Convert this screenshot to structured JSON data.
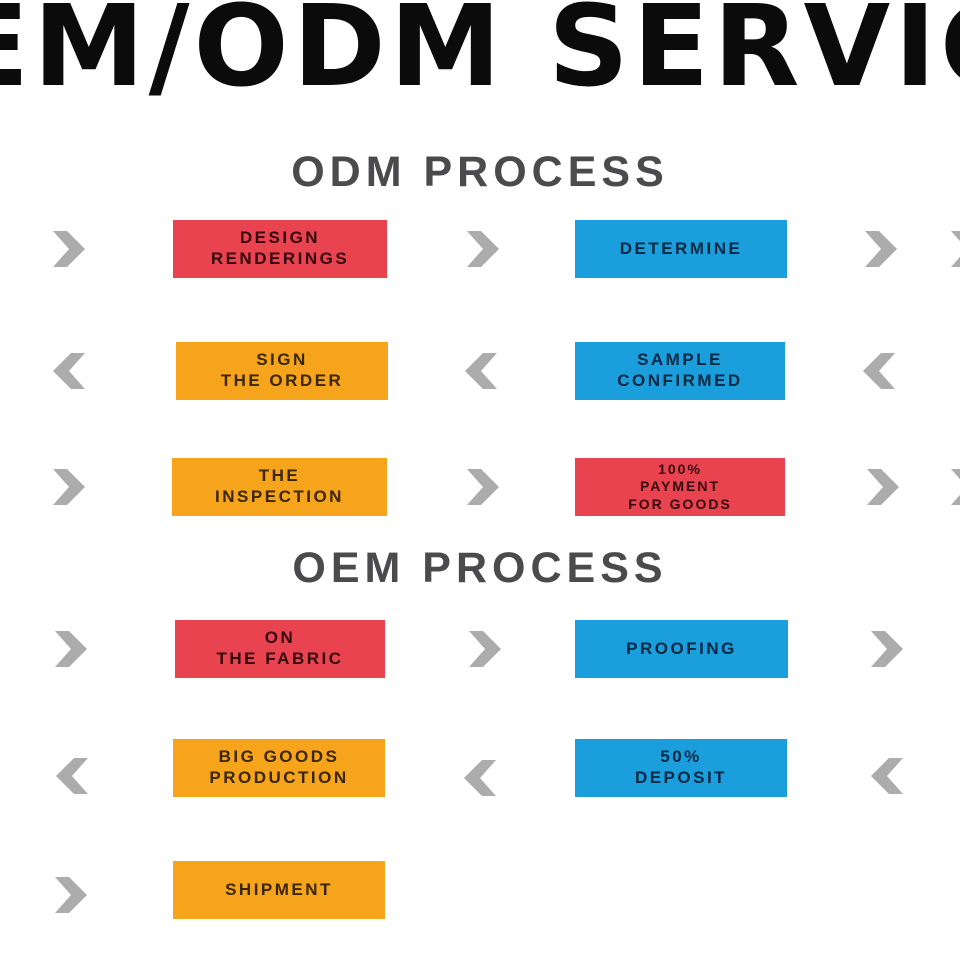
{
  "title": {
    "text": "OEM/ODM SERVICE"
  },
  "odm": {
    "heading": "ODM PROCESS",
    "row1": {
      "box1": "DESIGN\nRENDERINGS",
      "box2": "DETERMINE"
    },
    "row2": {
      "box1": "SIGN\nTHE ORDER",
      "box2": "SAMPLE\nCONFIRMED"
    },
    "row3": {
      "box1": "THE\nINSPECTION",
      "box2": "100%\nPAYMENT\nFOR GOODS"
    }
  },
  "oem": {
    "heading": "OEM PROCESS",
    "row1": {
      "box1": "ON\nTHE FABRIC",
      "box2": "PROOFING"
    },
    "row2": {
      "box1": "BIG GOODS\nPRODUCTION",
      "box2": "50%\nDEPOSIT"
    },
    "row3": {
      "box1": "SHIPMENT"
    }
  },
  "icons": {
    "arrow_forward": "chevron-right-icon",
    "arrow_backward": "chevron-left-icon"
  },
  "colors": {
    "red": "#E8434E",
    "orange": "#F5A41C",
    "blue": "#1A9FDC",
    "red_text": "#33090F",
    "orange_text": "#3A2602",
    "blue_text": "#0A2742",
    "arrow": "#ACACAC",
    "heading": "#4B4B4E",
    "title": "#0B0B0B"
  }
}
